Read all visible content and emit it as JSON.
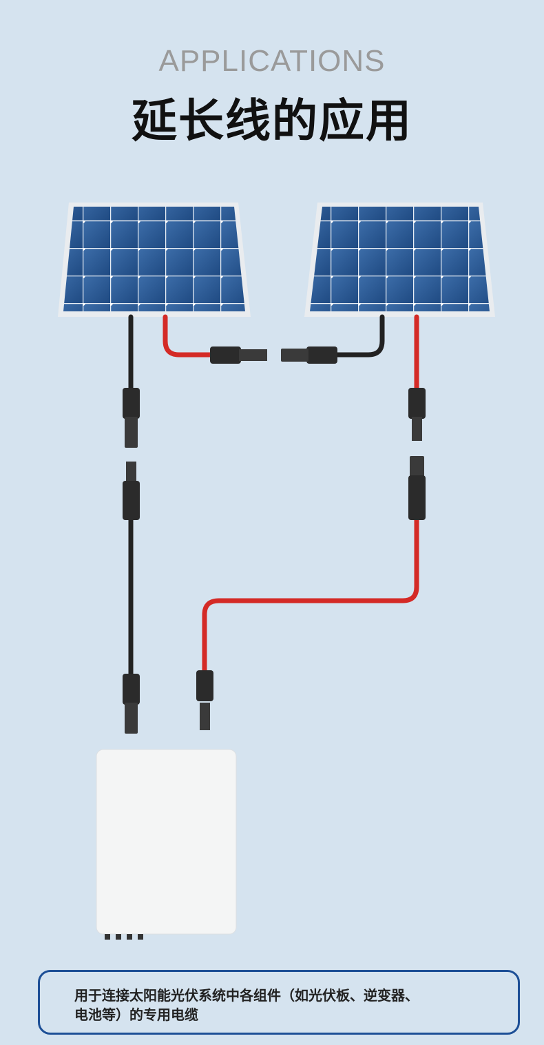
{
  "header": {
    "subtitle": "APPLICATIONS",
    "title": "延长线的应用"
  },
  "description": {
    "line1": "用于连接太阳能光伏系统中各组件（如光伏板、逆变器、",
    "line2": "电池等）的专用电缆"
  },
  "colors": {
    "background": "#d5e3ef",
    "border": "#1d4f96",
    "red_cable": "#d42a26",
    "black_cable": "#222222",
    "panel": "#2f5d96"
  }
}
